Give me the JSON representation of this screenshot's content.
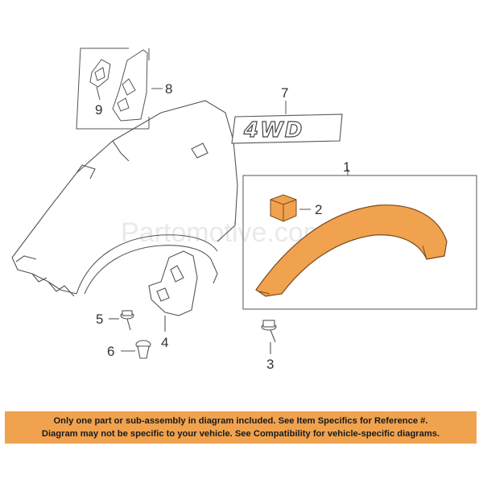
{
  "watermark": "Partomotive.com",
  "emblem_text": "4WD",
  "callouts": {
    "c1": "1",
    "c2": "2",
    "c3": "3",
    "c4": "4",
    "c5": "5",
    "c6": "6",
    "c7": "7",
    "c8": "8",
    "c9": "9"
  },
  "notice": {
    "line1": "Only one part or sub-assembly in diagram included. See Item Specifics for Reference #.",
    "line2": "Diagram may not be specific to your vehicle. See Compatibility for vehicle-specific diagrams."
  },
  "colors": {
    "highlight_part": "#f0a24e",
    "line_art": "#555555",
    "notice_bg": "#f0a24e"
  }
}
